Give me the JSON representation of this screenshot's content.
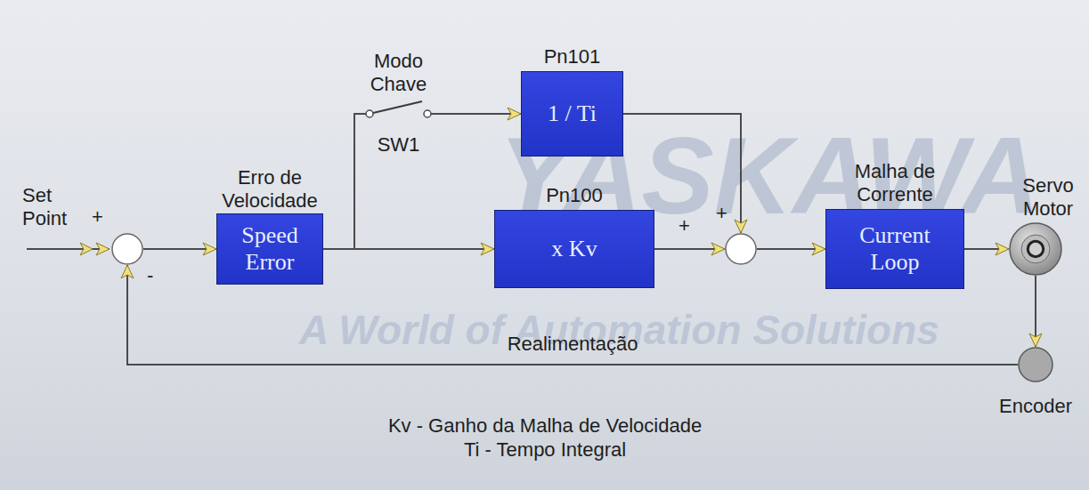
{
  "diagram": {
    "nodes": [
      {
        "text": [
          "+",
          "-"
        ]
      },
      {
        "text": [
          "Erro de Velocidade",
          "Speed Error"
        ]
      },
      {
        "text": [
          "Modo Chave",
          "SW1"
        ]
      },
      {
        "text": [
          "Pn101",
          "1 / Ti"
        ]
      },
      {
        "text": [
          "Pn100",
          "x Kv"
        ]
      },
      {
        "text": [
          "+",
          "+"
        ]
      },
      {
        "text": [
          "Malha de Corrente",
          "Current Loop"
        ]
      },
      {
        "text": [
          "Servo Motor"
        ]
      },
      {
        "text": [
          "Encoder"
        ]
      }
    ],
    "edges": [
      {
        "from": 0,
        "to": 1,
        "arrow": "to"
      },
      {
        "from": 1,
        "to": 4,
        "arrow": "to"
      },
      {
        "from": 1,
        "to": 2,
        "arrow": "none"
      },
      {
        "from": 2,
        "to": 3,
        "arrow": "to"
      },
      {
        "from": 4,
        "to": 5,
        "arrow": "to"
      },
      {
        "from": 3,
        "to": 5,
        "arrow": "to"
      },
      {
        "from": 5,
        "to": 6,
        "arrow": "to"
      },
      {
        "from": 6,
        "to": 7,
        "arrow": "to"
      },
      {
        "from": 7,
        "to": 8,
        "arrow": "to"
      },
      {
        "from": 8,
        "to": 0,
        "arrow": "to",
        "label": "Realimentação"
      }
    ],
    "labels": [
      "YASKAWA",
      "Set Point",
      "A World of Automation Solutions",
      "Kv - Ganho da Malha de Velocidade",
      "Ti - Tempo Integral"
    ]
  }
}
